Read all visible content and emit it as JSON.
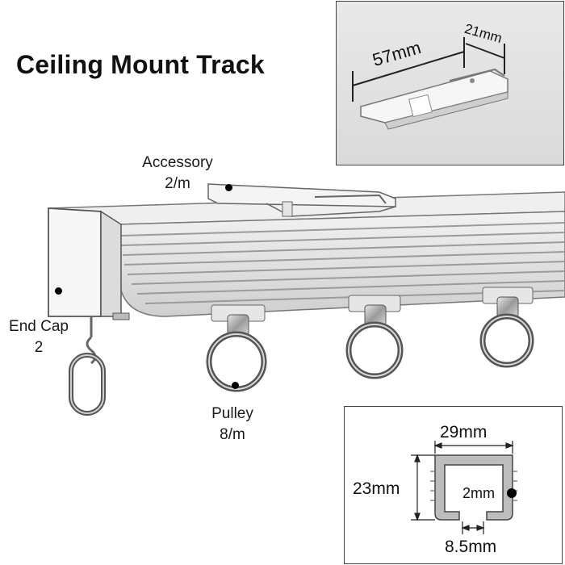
{
  "title": "Ceiling Mount Track",
  "labels": {
    "accessory": {
      "name": "Accessory",
      "qty": "2/m"
    },
    "end_cap": {
      "name": "End Cap",
      "qty": "2"
    },
    "pulley": {
      "name": "Pulley",
      "qty": "8/m"
    }
  },
  "top_inset": {
    "length": "57mm",
    "width": "21mm"
  },
  "profile_inset": {
    "width": "29mm",
    "height": "23mm",
    "thickness": "2mm",
    "opening": "8.5mm"
  }
}
